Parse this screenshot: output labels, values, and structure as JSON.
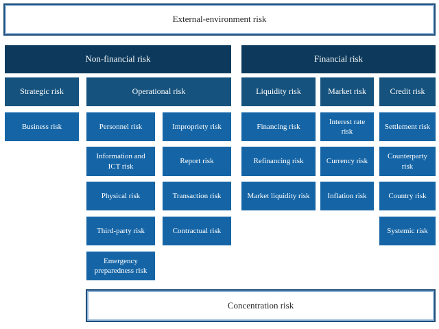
{
  "figure": {
    "external_box": "External-environment risk",
    "concentration_box": "Concentration risk",
    "non_financial": {
      "header": "Non-financial risk",
      "strategic": "Strategic risk",
      "business": "Business risk",
      "operational": "Operational risk",
      "operational_col1": [
        "Personnel risk",
        "Information and ICT risk",
        "Physical risk",
        "Third-party risk",
        "Emergency preparedness risk"
      ],
      "operational_col2": [
        "Impropriety risk",
        "Report risk",
        "Transaction risk",
        "Contractual risk"
      ]
    },
    "financial": {
      "header": "Financial risk",
      "liquidity": {
        "header": "Liquidity risk",
        "children": [
          "Financing risk",
          "Refinancing risk",
          "Market liquidity risk"
        ]
      },
      "market": {
        "header": "Market risk",
        "children": [
          "Interest rate risk",
          "Currency risk",
          "Inflation risk"
        ]
      },
      "credit": {
        "header": "Credit risk",
        "children": [
          "Settlement risk",
          "Counterparty risk",
          "Country risk",
          "Systemic risk"
        ]
      }
    },
    "colors": {
      "level1_header": "#0d3a5c",
      "level2": "#15527d",
      "level3": "#1565a6",
      "outline_border": "#1f4e79",
      "outline_inner": "#8eb4d8",
      "text_on_blue": "#ffffff",
      "text_on_white": "#262626"
    }
  }
}
